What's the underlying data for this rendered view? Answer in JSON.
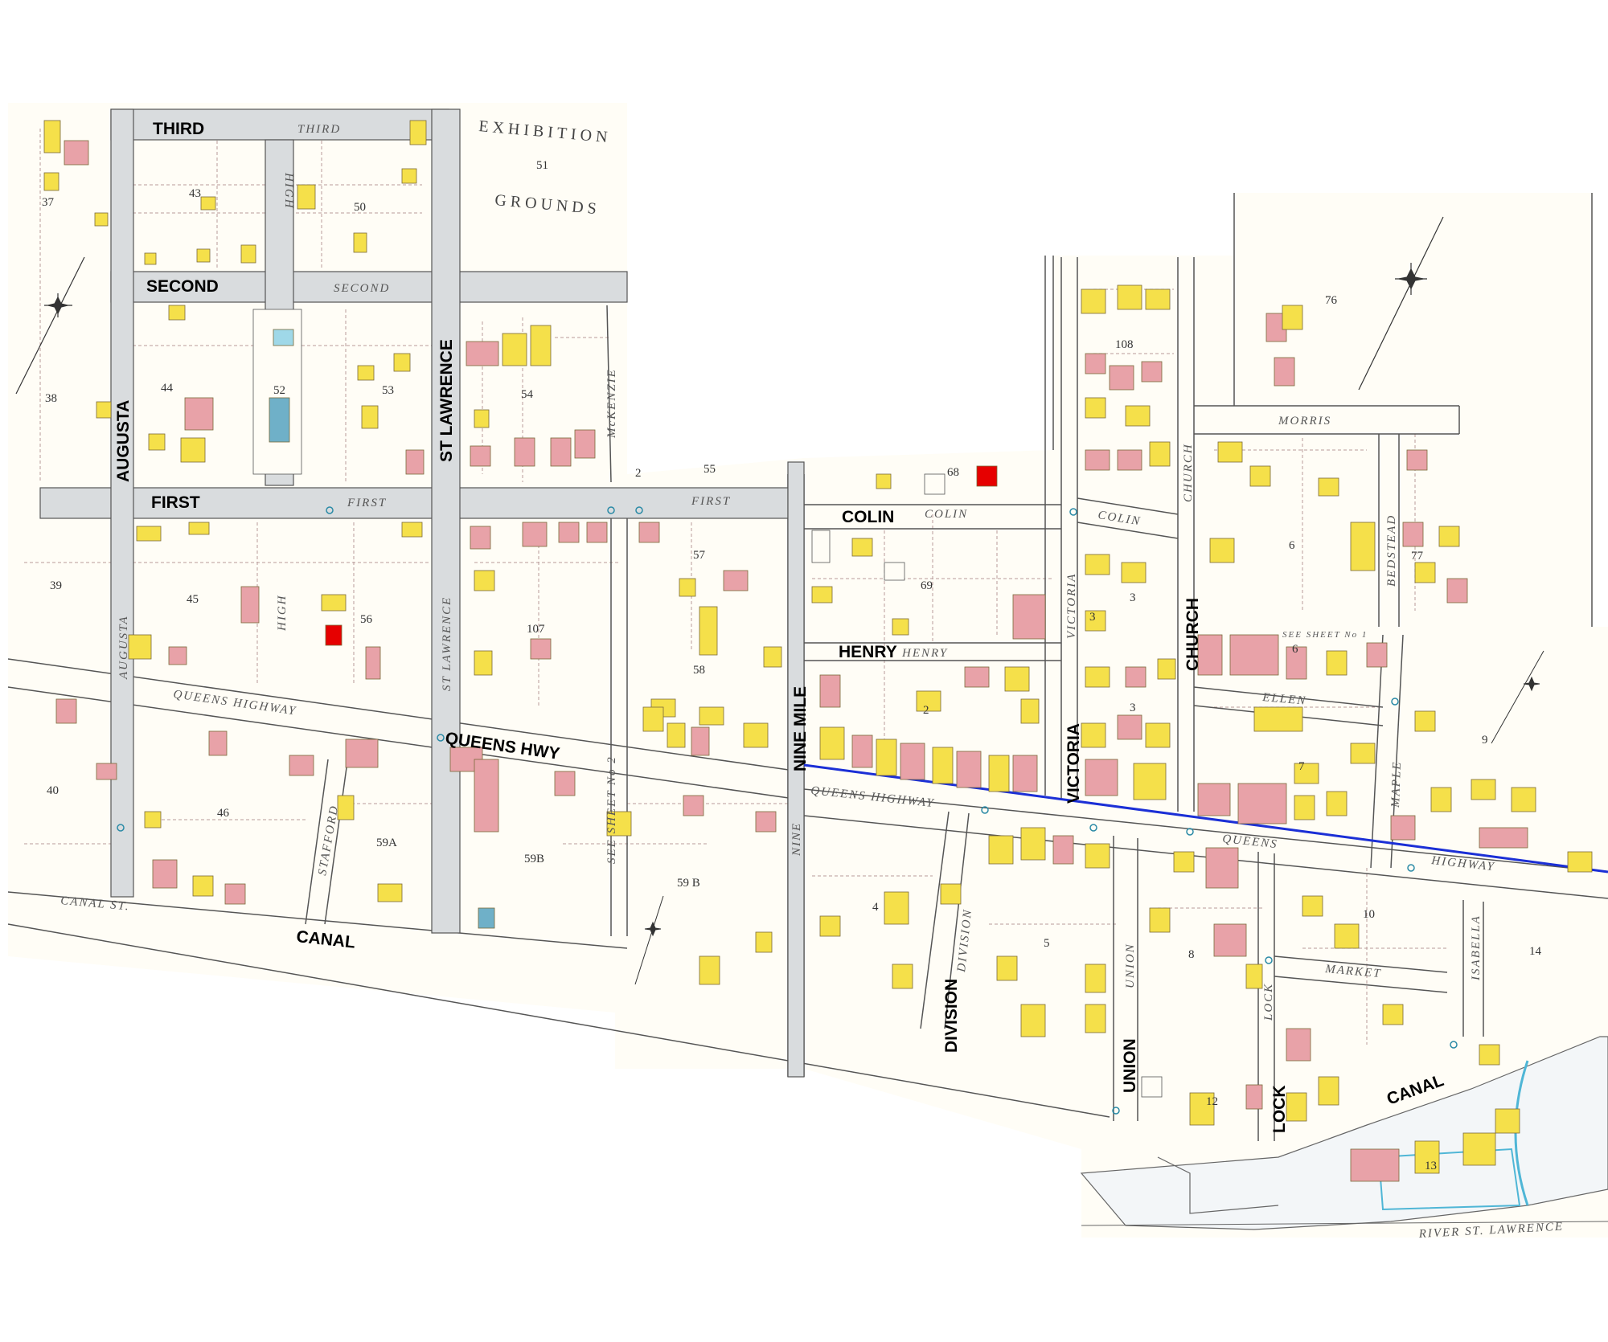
{
  "map": {
    "colors": {
      "street_highlight": "#d9dcde",
      "street_outline": "#555555",
      "modern_road": "#1b2fd6",
      "brick_building": "#e8a2a8",
      "frame_building": "#f5e04a",
      "background": "#ffffff"
    },
    "street_labels": {
      "third": "THIRD",
      "second": "SECOND",
      "first": "FIRST",
      "augusta": "AUGUSTA",
      "st_lawrence": "ST LAWRENCE",
      "queens_hwy": "QUEENS HWY",
      "canal_west": "CANAL",
      "nine_mile": "NINE MILE",
      "colin": "COLIN",
      "henry": "HENRY",
      "victoria": "VICTORIA",
      "church": "CHURCH",
      "division": "DIVISION",
      "union": "UNION",
      "lock": "LOCK",
      "canal_east": "CANAL"
    },
    "old_labels": {
      "third": "THIRD",
      "second": "SECOND",
      "first_w": "FIRST",
      "first_e": "FIRST",
      "high_n": "HIGH",
      "high_s": "HIGH",
      "augusta": "AUGUSTA",
      "st_lawrence": "ST LAWRENCE",
      "mckenzie": "McKENZIE",
      "queens_highway_w": "QUEENS  HIGHWAY",
      "queens_highway_c": "QUEENS   HIGHWAY",
      "queens_highway_e": "QUEENS",
      "highway_e": "HIGHWAY",
      "stafford": "STAFFORD",
      "canal_st": "CANAL   ST.",
      "see_sheet_2": "SEE SHEET No 2",
      "nine": "NINE",
      "colin_c": "COLIN",
      "colin_e": "COLIN",
      "henry": "HENRY",
      "victoria": "VICTORIA",
      "church": "CHURCH",
      "morris": "MORRIS",
      "ellen": "ELLEN",
      "division": "DIVISION",
      "union": "UNION",
      "lock": "LOCK",
      "market": "MARKET",
      "isabella": "ISABELLA",
      "maple": "MAPLE",
      "bedstead": "BEDSTEAD",
      "river": "RIVER  ST. LAWRENCE",
      "exhibition": "EXHIBITION",
      "grounds": "GROUNDS",
      "see_sheet_1": "SEE SHEET No 1"
    },
    "block_numbers": {
      "b37": "37",
      "b38": "38",
      "b39": "39",
      "b40": "40",
      "b43": "43",
      "b44": "44",
      "b45": "45",
      "b46": "46",
      "b50": "50",
      "b51": "51",
      "b52": "52",
      "b53": "53",
      "b54": "54",
      "b55": "55",
      "b56": "56",
      "b57": "57",
      "b58": "58",
      "b59a": "59A",
      "b59b": "59B",
      "b59b2": "59 B",
      "b68": "68",
      "b69": "69",
      "b76": "76",
      "b77": "77",
      "b107": "107",
      "b108": "108",
      "b2a": "2",
      "b2b": "2",
      "b3a": "3",
      "b3b": "3",
      "b3c": "3",
      "b4": "4",
      "b5": "5",
      "b6a": "6",
      "b6b": "6",
      "b7": "7",
      "b8": "8",
      "b9": "9",
      "b10": "10",
      "b12": "12",
      "b13": "13",
      "b14": "14"
    }
  }
}
